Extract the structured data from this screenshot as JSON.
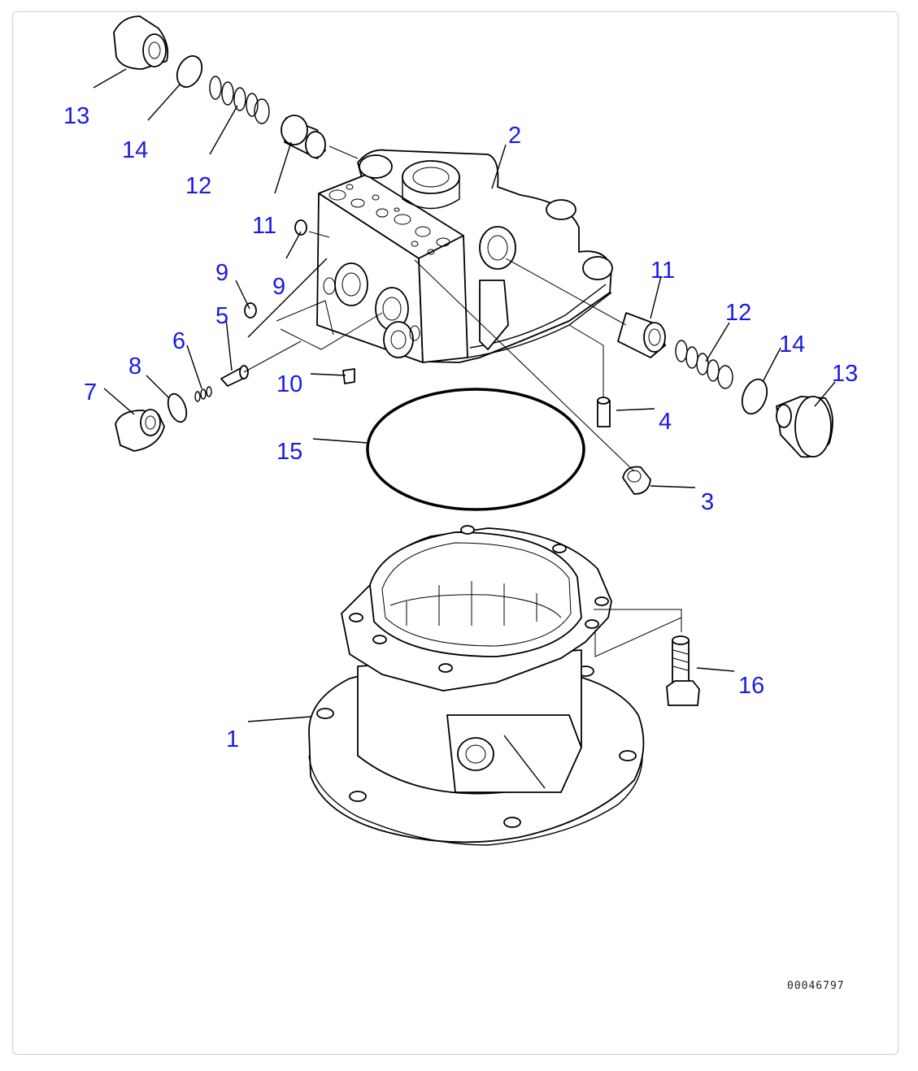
{
  "diagram": {
    "drawing_number": "00046797",
    "callouts": [
      "1",
      "2",
      "3",
      "4",
      "5",
      "6",
      "7",
      "8",
      "9",
      "9",
      "10",
      "11",
      "11",
      "12",
      "12",
      "13",
      "13",
      "14",
      "14",
      "15",
      "16"
    ]
  }
}
